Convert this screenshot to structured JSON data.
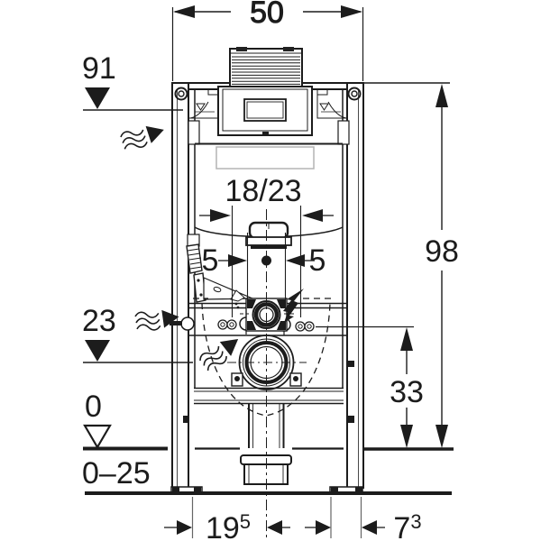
{
  "drawing": {
    "title": "concealed-cistern-mounting-frame-front-view",
    "units": "cm",
    "colors": {
      "background": "#ffffff",
      "line": "#1c1c1c",
      "extension_line": "#666666",
      "light_gray_outline": "#b4b4b4"
    },
    "dimensions": {
      "frame_width_top": "50",
      "actuation_plate_height": "91",
      "frame_total_height": "98",
      "pan_bolt_spacing": "18/23",
      "offset_left_of_center": "5",
      "offset_right_of_center": "5",
      "outlet_center_height": "23",
      "fixing_row_height": "33",
      "finished_floor_level": "0",
      "floor_adjust_range": "0–25",
      "outlet_offset_base": "19",
      "outlet_offset_sup": "5",
      "foot_plate_base": "7",
      "foot_plate_sup": "3"
    },
    "symbols": [
      {
        "name": "sound-insulation-arrow",
        "count": 3
      },
      {
        "name": "power-flash",
        "count": 1
      },
      {
        "name": "level-triangle-filled",
        "count": 2
      },
      {
        "name": "level-triangle-open",
        "count": 1
      }
    ]
  }
}
